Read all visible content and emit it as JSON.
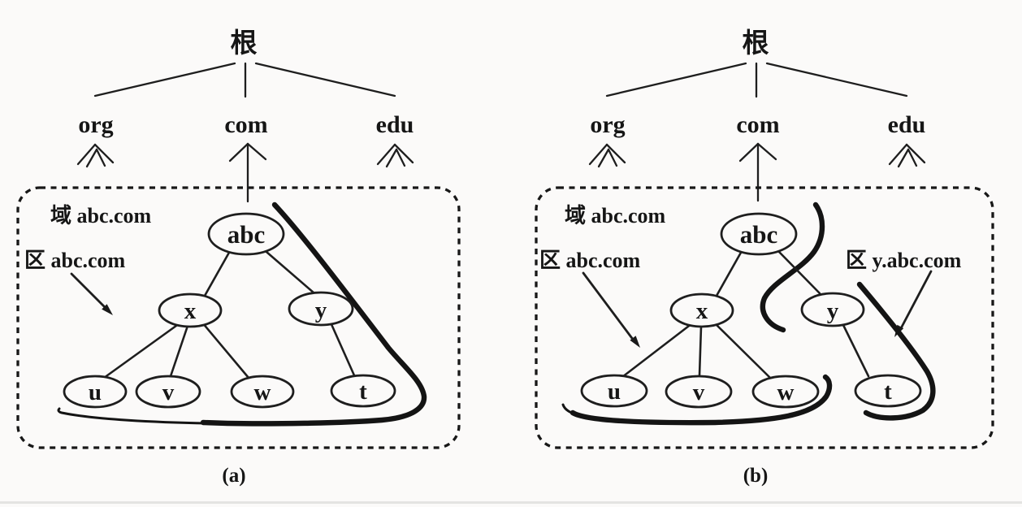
{
  "figure": {
    "description_type": "dns-domain-zone-diagram",
    "colors": {
      "ink": "#1a1a1a",
      "paper": "#fbfaf9"
    },
    "diagrams": [
      {
        "caption": "(a)",
        "root_label": "根",
        "tlds": [
          "org",
          "com",
          "edu"
        ],
        "domain_label": "域 abc.com",
        "zone_label": "区 abc.com",
        "nodes": {
          "abc": "abc",
          "x": "x",
          "y": "y",
          "u": "u",
          "v": "v",
          "w": "w",
          "t": "t"
        },
        "edges": [
          "abc-x",
          "abc-y",
          "x-u",
          "x-v",
          "x-w",
          "y-t"
        ]
      },
      {
        "caption": "(b)",
        "root_label": "根",
        "tlds": [
          "org",
          "com",
          "edu"
        ],
        "domain_label": "域 abc.com",
        "zone_label": "区 abc.com",
        "zone_label_2": "区 y.abc.com",
        "nodes": {
          "abc": "abc",
          "x": "x",
          "y": "y",
          "u": "u",
          "v": "v",
          "w": "w",
          "t": "t"
        },
        "edges": [
          "abc-x",
          "abc-y",
          "x-u",
          "x-v",
          "x-w",
          "y-t"
        ]
      }
    ]
  }
}
